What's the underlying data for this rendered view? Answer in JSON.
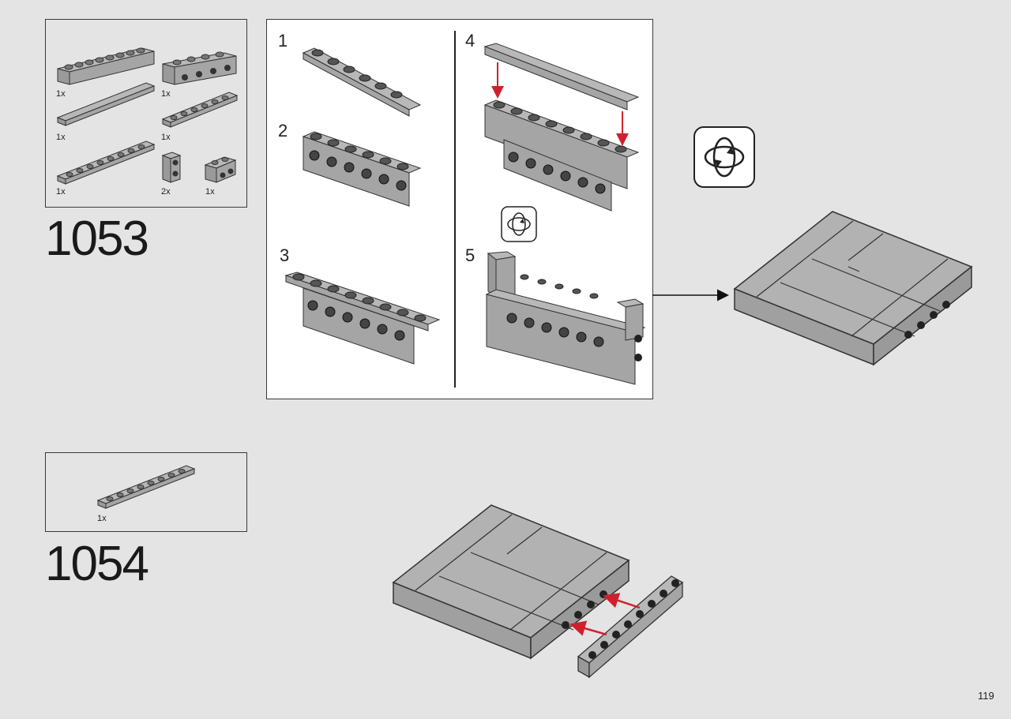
{
  "page": {
    "number": "119"
  },
  "step_1053": {
    "number": "1053",
    "parts": [
      {
        "qty": "1x",
        "icon": "brick-1x8-icon"
      },
      {
        "qty": "1x",
        "icon": "brick-1x4-technic-icon"
      },
      {
        "qty": "1x",
        "icon": "tile-1x8-icon"
      },
      {
        "qty": "1x",
        "icon": "plate-1x6-icon"
      },
      {
        "qty": "1x",
        "icon": "plate-1x8-icon"
      },
      {
        "qty": "2x",
        "icon": "brick-1x1-stud-side-icon"
      },
      {
        "qty": "1x",
        "icon": "brick-1x2-technic-icon"
      }
    ],
    "substeps": [
      "1",
      "2",
      "3",
      "4",
      "5"
    ],
    "icons": [
      "rotate-model-icon",
      "arrow-right-icon"
    ]
  },
  "step_1054": {
    "number": "1054",
    "parts": [
      {
        "qty": "1x",
        "icon": "plate-1x8-icon"
      }
    ],
    "icons": [
      "red-insert-arrow-icon"
    ]
  },
  "colors": {
    "background": "#e4e4e4",
    "brick": "#a5a5a5",
    "arrow_red": "#d0202e",
    "outline": "#2a2a2a"
  }
}
